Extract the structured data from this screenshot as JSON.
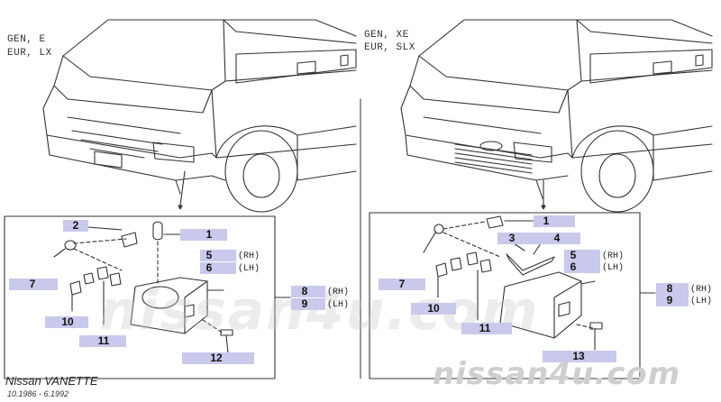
{
  "variants": {
    "left": [
      "GEN, E",
      "EUR, LX"
    ],
    "right": [
      "GEN, XE",
      "EUR, SLX"
    ]
  },
  "footer": {
    "model": "Nissan VANETTE",
    "dates": "10.1986 - 6.1992"
  },
  "watermark": "nissan4u.com",
  "left_callouts": {
    "c1": "1",
    "c2": "2",
    "c5": "5",
    "c6": "6",
    "c7": "7",
    "c8": "8",
    "c9": "9",
    "c10": "10",
    "c11": "11",
    "c12": "12",
    "rh": "(RH)",
    "lh": "(LH)",
    "rh2": "(RH)",
    "lh2": "(LH)"
  },
  "right_callouts": {
    "c1": "1",
    "c3": "3",
    "c4": "4",
    "c5": "5",
    "c6": "6",
    "c7": "7",
    "c8": "8",
    "c9": "9",
    "c10": "10",
    "c11": "11",
    "c13": "13",
    "rh": "(RH)",
    "lh": "(LH)",
    "rh2": "(RH)",
    "lh2": "(LH)"
  },
  "colors": {
    "badge": "#c9c9ec",
    "line": "#333333"
  }
}
